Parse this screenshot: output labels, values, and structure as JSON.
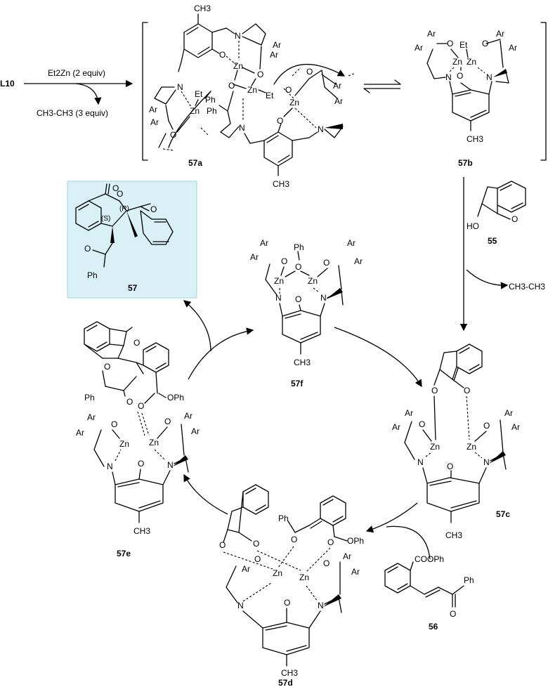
{
  "labels": {
    "ligand": "L10",
    "reagent": "Et2Zn (2 equiv)",
    "byproduct1": "CH3-CH3 (3 equiv)",
    "byproduct2": "CH3-CH3",
    "c57a": "57a",
    "c57b": "57b",
    "c57c": "57c",
    "c57d": "57d",
    "c57e": "57e",
    "c57f": "57f",
    "c55": "55",
    "c56": "56",
    "c57": "57"
  },
  "atoms": {
    "zn": "Zn",
    "o": "O",
    "n": "N",
    "et": "Et",
    "ar": "Ar",
    "ph": "Ph",
    "ho": "HO",
    "ch3": "CH3",
    "coophr": "COOPh",
    "oph": "OPh",
    "r": "(R)",
    "s": "(S)"
  },
  "colors": {
    "highlight_fill": "#d9f0f7",
    "highlight_border": "#9fd3e6"
  }
}
